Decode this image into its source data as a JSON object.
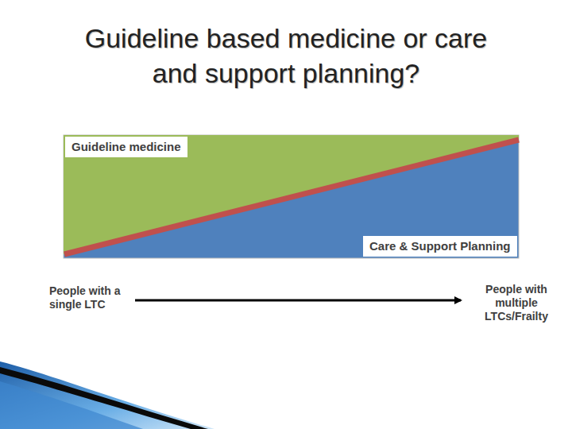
{
  "diagram": {
    "title": "Guideline based medicine or care and support planning?",
    "nodes": [
      {
        "text": [
          "Guideline medicine"
        ]
      },
      {
        "text": [
          "Care & Support Planning"
        ]
      }
    ],
    "labels": [
      "People with a single LTC",
      "People with multiple LTCs/Frailty"
    ]
  }
}
